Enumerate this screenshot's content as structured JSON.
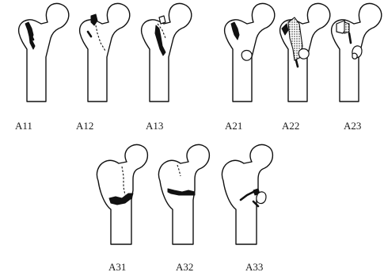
{
  "figure": {
    "labels": {
      "A11": "A11",
      "A12": "A12",
      "A13": "A13",
      "A21": "A21",
      "A22": "A22",
      "A23": "A23",
      "A31": "A31",
      "A32": "A32",
      "A33": "A33"
    }
  }
}
